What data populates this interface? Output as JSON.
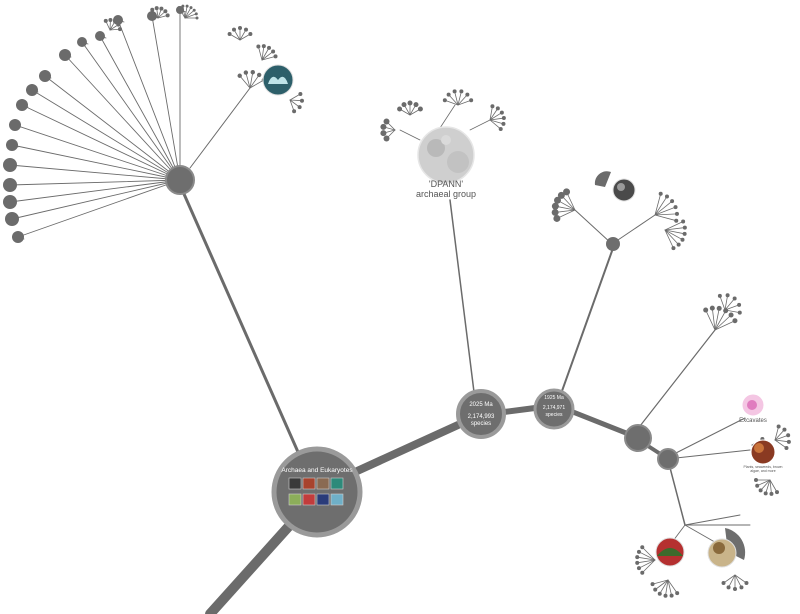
{
  "colors": {
    "branch": "#6b6b6b",
    "node_fill": "#6e6e6e",
    "node_ring": "#9a9a9a",
    "label": "#ffffff",
    "dark_label": "#555555"
  },
  "nodes": {
    "archaea_eukaryotes": {
      "title": "Archaea and Eukaryotes"
    },
    "node_2025": {
      "age": "2025 Ma",
      "count": "2,174,993",
      "unit": "species"
    },
    "node_1925": {
      "age": "1925 Ma",
      "count": "2,174,971",
      "unit": "species"
    }
  },
  "labels": {
    "dpann_line1": "'DPANN'",
    "dpann_line2": "archaeal group",
    "excavates": "Excavates",
    "plants_line1": "Plants, seaweeds, brown",
    "plants_line2": "algae, and more"
  },
  "icons": {
    "thumbnail": "photo-thumbnail-icon",
    "leaf": "leaf-tip-icon"
  }
}
